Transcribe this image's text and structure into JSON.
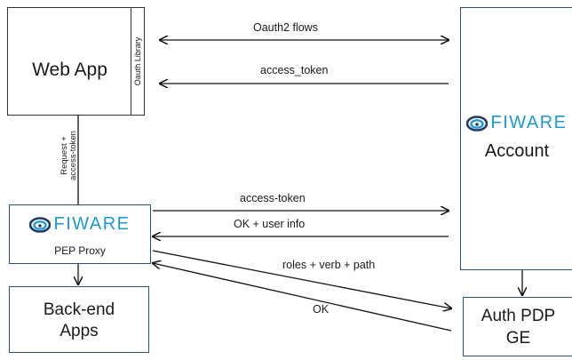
{
  "web_app": {
    "title": "Web App",
    "library": "Oauth Library"
  },
  "account": {
    "logo_text": "FIWARE",
    "title": "Account"
  },
  "pep_proxy": {
    "logo_text": "FIWARE",
    "title": "PEP Proxy"
  },
  "backend": {
    "line1": "Back-end",
    "line2": "Apps"
  },
  "auth_pdp": {
    "line1": "Auth PDP",
    "line2": "GE"
  },
  "edges": {
    "oauth_flows": "Oauth2 flows",
    "access_token_top": "access_token",
    "request_line1": "Request +",
    "request_line2": "access-token",
    "access_token_mid": "access-token",
    "ok_user_info": "OK + user info",
    "roles_verb_path": "roles + verb + path",
    "ok": "OK"
  },
  "colors": {
    "fiware_blue": "#1d9ad6",
    "logo_dark": "#233a63",
    "box_border": "#2f4f82"
  }
}
